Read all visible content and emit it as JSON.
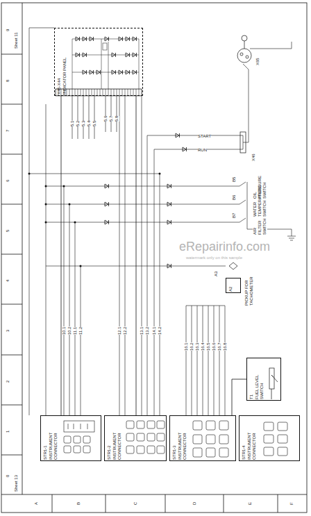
{
  "diagram": {
    "nodes": [
      {
        "text": [
          "X45-X44",
          "INDICATOR PANEL"
        ]
      },
      {
        "text": [
          "STR1-1",
          "INSTRUMENT CONNECTOR"
        ]
      },
      {
        "text": [
          "STR1-2",
          "INSTRUMENT CONNECTOR"
        ]
      },
      {
        "text": [
          "STR1-3",
          "INSTRUMENT CONNECTOR"
        ]
      },
      {
        "text": [
          "STR1-4",
          "INSTRUMENT CONNECTOR"
        ]
      },
      {
        "text": [
          "T1",
          "FUEL LEVEL SWITCH"
        ]
      },
      {
        "text": [
          "A2"
        ]
      }
    ],
    "edges": [
      {
        "from": 1,
        "to": 0,
        "arrow": "none"
      },
      {
        "from": 2,
        "to": 0,
        "arrow": "none"
      },
      {
        "from": 3,
        "to": 5,
        "arrow": "none"
      }
    ],
    "labels": [
      "A",
      "B",
      "C",
      "D",
      "E",
      "F",
      "0",
      "1",
      "2",
      "3",
      "4",
      "5",
      "6",
      "7",
      "8",
      "9",
      "Sheet 11",
      "Sheet 13",
      "eRepairinfo.com",
      "watermark only on this sample",
      "OIL PRESSURE SWITCH",
      "WATER TEMPERATURE SWITCH",
      "AIR FILTER SWITCH",
      "B5",
      "B6",
      "B7",
      "X46",
      "X65",
      "START",
      "RUN",
      "5.1",
      "5.2",
      "5.3",
      "5.4",
      "5.5",
      "5.6",
      "5.7",
      "5.8",
      "10.1",
      "10.2",
      "11.1",
      "11.2",
      "12.1",
      "12.2",
      "13.1",
      "13.2",
      "14.1",
      "14.2",
      "16.1",
      "16.2",
      "16.3",
      "16.4",
      "16.5",
      "16.6",
      "16.7",
      "16.8",
      "PICKUP FOR TACHOMETER",
      "A3"
    ]
  }
}
